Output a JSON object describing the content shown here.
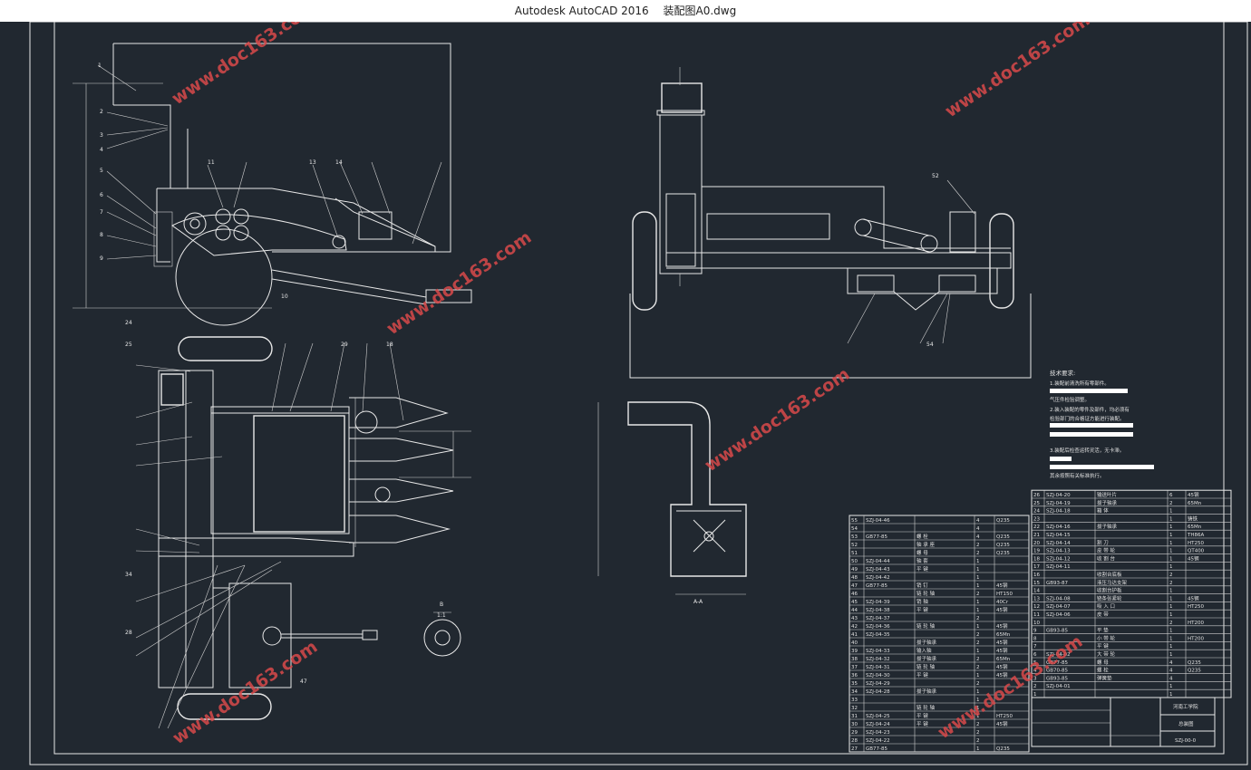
{
  "window": {
    "app_title": "Autodesk AutoCAD 2016",
    "file_name": "装配图A0.dwg"
  },
  "drawing": {
    "section_label": "A-A",
    "detail_label": "B",
    "detail_scale": "1:1",
    "watermark": "www.doc163.com",
    "tech_req_title": "技术要求:",
    "tech_req_lines": [
      "1.装配前清洗所有零部件。",
      "气压件检验调整。",
      "2.装入装配的零件及部件，均必须有",
      "检验部门的合格证方能进行装配。",
      "3.装配后检查运转灵活，无卡滞。",
      "其余按照有关标准执行。"
    ],
    "company": "河南工学院",
    "drawing_name": "总装图",
    "drawing_code": "SZJ-00-0"
  },
  "bom_left": [
    [
      "55",
      "SZJ-04-46",
      "",
      "4",
      "Q235"
    ],
    [
      "54",
      "",
      "",
      "4",
      ""
    ],
    [
      "53",
      "GB77-85",
      "螺 栓",
      "4",
      "Q235"
    ],
    [
      "52",
      "",
      "轴 承 座",
      "2",
      "Q235"
    ],
    [
      "51",
      "",
      "螺 母",
      "2",
      "Q235"
    ],
    [
      "50",
      "SZJ-04-44",
      "轴 套",
      "1",
      ""
    ],
    [
      "49",
      "SZJ-04-43",
      "平 键",
      "1",
      ""
    ],
    [
      "48",
      "SZJ-04-42",
      "",
      "1",
      ""
    ],
    [
      "47",
      "GB77-85",
      "销 钉",
      "1",
      "45钢"
    ],
    [
      "46",
      "",
      "链 轮 轴",
      "2",
      "HT150"
    ],
    [
      "45",
      "SZJ-04-39",
      "销 轴",
      "1",
      "40Cr"
    ],
    [
      "44",
      "SZJ-04-38",
      "平 键",
      "1",
      "45钢"
    ],
    [
      "43",
      "SZJ-04-37",
      "",
      "2",
      ""
    ],
    [
      "42",
      "SZJ-04-36",
      "链 轮 轴",
      "1",
      "45钢"
    ],
    [
      "41",
      "SZJ-04-35",
      "",
      "2",
      "65Mn"
    ],
    [
      "40",
      "",
      "拔子轴承",
      "2",
      "45钢"
    ],
    [
      "39",
      "SZJ-04-33",
      "输入轴",
      "1",
      "45钢"
    ],
    [
      "38",
      "SZJ-04-32",
      "拔子轴承",
      "2",
      "65Mn"
    ],
    [
      "37",
      "SZJ-04-31",
      "链 轮 轴",
      "2",
      "45钢"
    ],
    [
      "36",
      "SZJ-04-30",
      "平 键",
      "1",
      "45钢"
    ],
    [
      "35",
      "SZJ-04-29",
      "",
      "2",
      ""
    ],
    [
      "34",
      "SZJ-04-28",
      "拔子轴承",
      "1",
      ""
    ],
    [
      "33",
      "",
      "",
      "1",
      ""
    ],
    [
      "32",
      "",
      "链 轮 轴",
      "1",
      ""
    ],
    [
      "31",
      "SZJ-04-25",
      "平 键",
      "1",
      "HT250"
    ],
    [
      "30",
      "SZJ-04-24",
      "平 键",
      "2",
      "45钢"
    ],
    [
      "29",
      "SZJ-04-23",
      "",
      "2",
      ""
    ],
    [
      "28",
      "SZJ-04-22",
      "",
      "2",
      ""
    ],
    [
      "27",
      "GB77-85",
      "",
      "1",
      "Q235"
    ]
  ],
  "bom_right": [
    [
      "26",
      "SZJ-04-20",
      "输送叶片",
      "6",
      "45钢"
    ],
    [
      "25",
      "SZJ-04-19",
      "拔子轴承",
      "2",
      "65Mn"
    ],
    [
      "24",
      "SZJ-04-18",
      "箱 体",
      "1",
      ""
    ],
    [
      "23",
      "",
      "",
      "1",
      "铸铁"
    ],
    [
      "22",
      "SZJ-04-16",
      "拔子轴承",
      "1",
      "65Mn"
    ],
    [
      "21",
      "SZJ-04-15",
      "",
      "1",
      "TH86A"
    ],
    [
      "20",
      "SZJ-04-14",
      "割 刀",
      "1",
      "HT250"
    ],
    [
      "19",
      "SZJ-04-13",
      "皮 带 轮",
      "1",
      "QT400"
    ],
    [
      "18",
      "SZJ-04-12",
      "收 割 台",
      "1",
      "45钢"
    ],
    [
      "17",
      "SZJ-04-11",
      "",
      "1",
      ""
    ],
    [
      "16",
      "",
      "收割台底板",
      "2",
      ""
    ],
    [
      "15",
      "GB93-87",
      "液压马达支架",
      "2",
      ""
    ],
    [
      "14",
      "",
      "收割台护板",
      "1",
      ""
    ],
    [
      "13",
      "SZJ-04-08",
      "链条张紧轮",
      "1",
      "45钢"
    ],
    [
      "12",
      "SZJ-04-07",
      "吸 入 口",
      "1",
      "HT250"
    ],
    [
      "11",
      "SZJ-04-06",
      "皮 带",
      "1",
      ""
    ],
    [
      "10",
      "",
      "",
      "2",
      "HT200"
    ],
    [
      "9",
      "GB93-85",
      "平 垫",
      "1",
      ""
    ],
    [
      "8",
      "",
      "小 带 轮",
      "1",
      "HT200"
    ],
    [
      "7",
      "",
      "平 键",
      "1",
      ""
    ],
    [
      "6",
      "SZJ-04-02",
      "大 带 轮",
      "1",
      ""
    ],
    [
      "5",
      "GB77-85",
      "螺 母",
      "4",
      "Q235"
    ],
    [
      "4",
      "GB70-85",
      "螺 栓",
      "4",
      "Q235"
    ],
    [
      "3",
      "GB93-85",
      "弹簧垫",
      "4",
      ""
    ],
    [
      "2",
      "SZJ-04-01",
      "",
      "1",
      ""
    ],
    [
      "1",
      "",
      "",
      "1",
      ""
    ]
  ]
}
